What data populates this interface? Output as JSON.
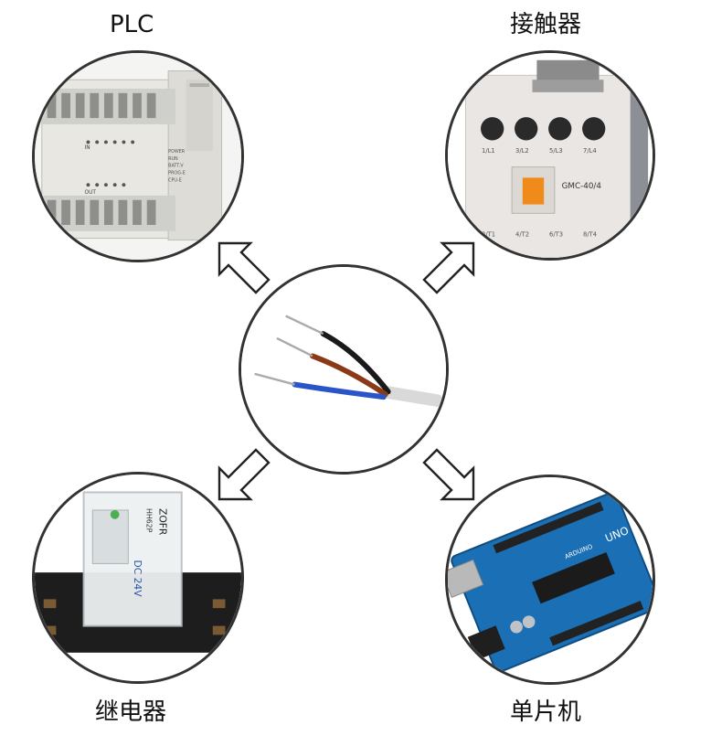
{
  "labels": {
    "plc": "PLC",
    "contactor": "接触器",
    "relay": "继电器",
    "mcu": "单片机"
  },
  "image_text": {
    "plc_status": [
      "POWER",
      "RUN",
      "BATT.V",
      "PROG-E",
      "CPU-E"
    ],
    "plc_in": "IN",
    "plc_out": "OUT",
    "contactor_model": "GMC-40/4",
    "contactor_top_terminals": [
      "1/L1",
      "3/L2",
      "5/L3",
      "7/L4"
    ],
    "contactor_bottom_terminals": [
      "2/T1",
      "4/T2",
      "6/T3",
      "8/T4"
    ],
    "relay_brand": "ZOFR",
    "relay_model": "HH62P",
    "relay_voltage": "DC 24V",
    "board_name": "UNO",
    "board_brand": "ARDUINO"
  },
  "colors": {
    "circle_border": "#333333",
    "arrow_stroke": "#222222",
    "board_blue": "#1a6fb5",
    "contactor_orange": "#f08a1a",
    "wire_black": "#1a1a1a",
    "wire_brown": "#8a3a16",
    "wire_blue": "#2a55c8"
  }
}
